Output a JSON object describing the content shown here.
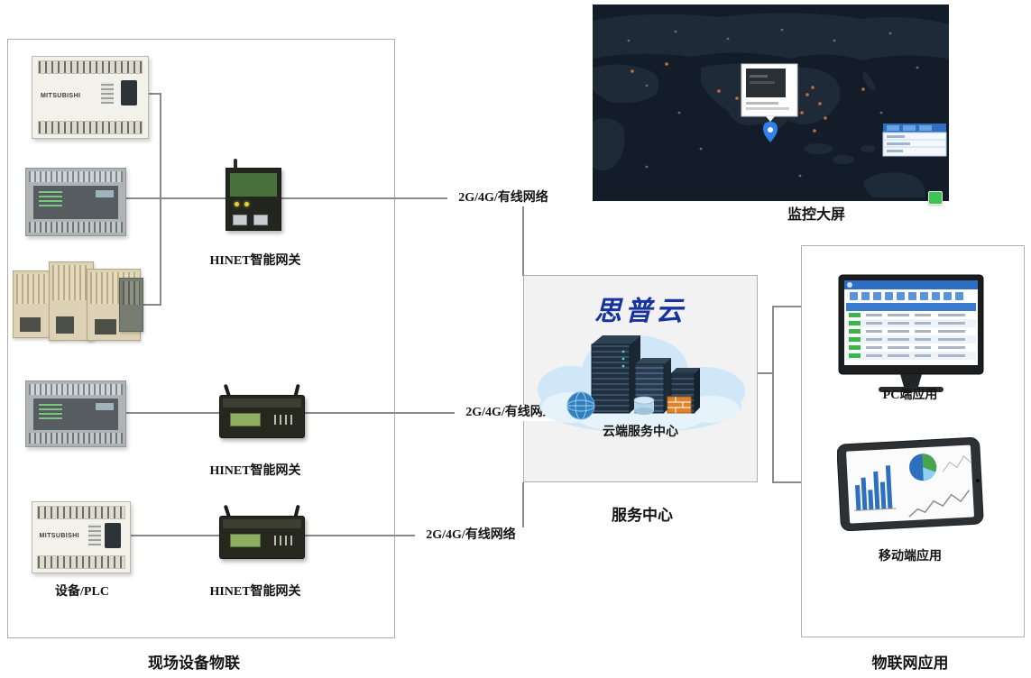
{
  "diagram": {
    "sections": {
      "field_devices_label": "现场设备物联",
      "service_center_label": "服务中心",
      "iot_applications_label": "物联网应用",
      "monitor_screen_label": "监控大屏"
    },
    "labels": {
      "device_plc": "设备/PLC",
      "gateway1": "HINET智能网关",
      "gateway2": "HINET智能网关",
      "gateway3": "HINET智能网关",
      "pc_app": "PC端应用",
      "mobile_app": "移动端应用",
      "cloud_brand": "思普云",
      "cloud_center": "云端服务中心"
    },
    "network_links": [
      {
        "label": "2G/4G/有线网络"
      },
      {
        "label": "2G/4G/有线网络"
      },
      {
        "label": "2G/4G/有线网络"
      }
    ],
    "device_text": {
      "plc1_brand": "MITSUBISHI",
      "plc5_brand": "MITSUBISHI"
    },
    "colors": {
      "connector_line": "#8a8a8a",
      "box_border": "#aeaeae",
      "brand_blue": "#16339e",
      "map_background": "#131d2a",
      "ui_blue": "#2e6fc0",
      "status_green": "#3bb54a",
      "pin_blue": "#2f80e8",
      "firewall_orange": "#e0832f"
    }
  }
}
